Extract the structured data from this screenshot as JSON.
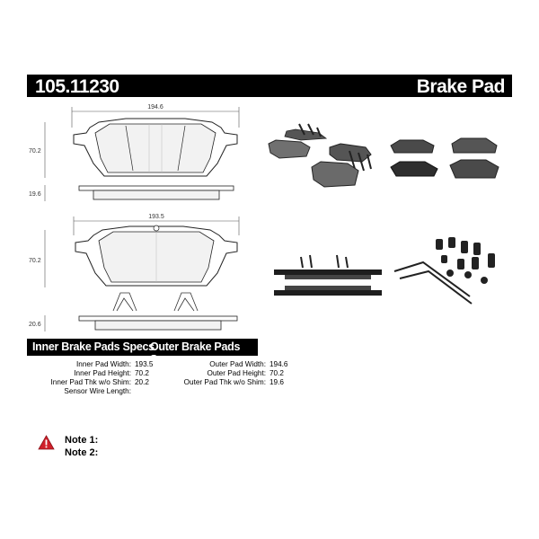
{
  "header": {
    "part_number": "105.11230",
    "product_type": "Brake Pad"
  },
  "drawing": {
    "outer_width_dim": "194.6",
    "outer_height_dim": "70.2",
    "outer_thk_dim": "19.6",
    "inner_width_dim": "193.5",
    "inner_height_dim": "70.2",
    "inner_thk_dim": "20.6"
  },
  "specs": {
    "inner_heading": "Inner Brake Pads Specs",
    "outer_heading": "Outer Brake Pads Specs",
    "inner": [
      {
        "label": "Inner Pad Width:",
        "value": "193.5"
      },
      {
        "label": "Inner Pad Height:",
        "value": "70.2"
      },
      {
        "label": "Inner Pad Thk w/o Shim:",
        "value": "20.2"
      },
      {
        "label": "Sensor Wire Length:",
        "value": ""
      }
    ],
    "outer": [
      {
        "label": "Outer Pad Width:",
        "value": "194.6"
      },
      {
        "label": "Outer Pad Height:",
        "value": "70.2"
      },
      {
        "label": "Outer Pad Thk w/o Shim:",
        "value": "19.6"
      }
    ]
  },
  "notes": {
    "note1_label": "Note 1:",
    "note2_label": "Note 2:",
    "icon": "warning-icon",
    "icon_color": "#d0202a"
  },
  "colors": {
    "header_bg": "#000000",
    "pad_friction": "#6b6b6b",
    "pad_backing": "#1e1e1e"
  }
}
